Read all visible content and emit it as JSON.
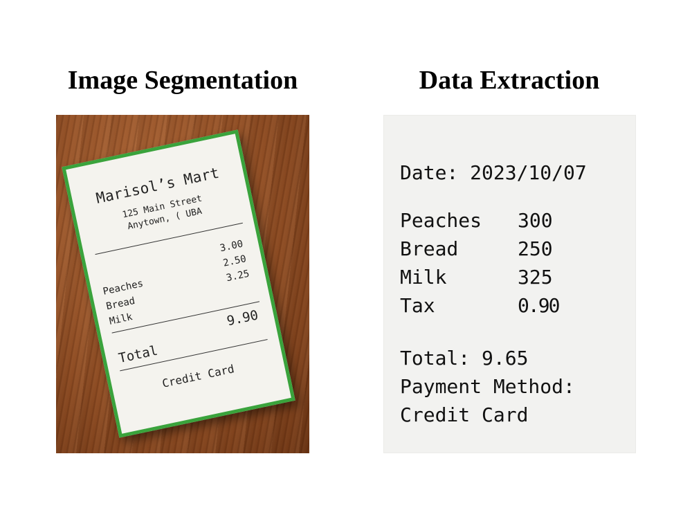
{
  "headings": {
    "segmentation": "Image Segmentation",
    "extraction": "Data Extraction"
  },
  "receipt": {
    "store": "Marisol’s Mart",
    "address_line1": "125 Main Street",
    "address_line2": "Anytown, ( UBA",
    "items": [
      "Peaches",
      "Bread",
      "Milk"
    ],
    "values": [
      "3.00",
      "2.50",
      "3.25"
    ],
    "total_label": "Total",
    "total_value": "9.90",
    "payment": "Credit Card",
    "outline_color": "#3aa33c"
  },
  "extraction": {
    "date": "Date: 2023/10/07",
    "rows": [
      {
        "label": "Peaches",
        "value": "300"
      },
      {
        "label": "Bread",
        "value": "250"
      },
      {
        "label": "Milk",
        "value": "325"
      },
      {
        "label": "Tax",
        "value": "0.90"
      }
    ],
    "total": "Total: 9.65",
    "payment_label": "Payment Method:",
    "payment_value": "Credit Card"
  }
}
